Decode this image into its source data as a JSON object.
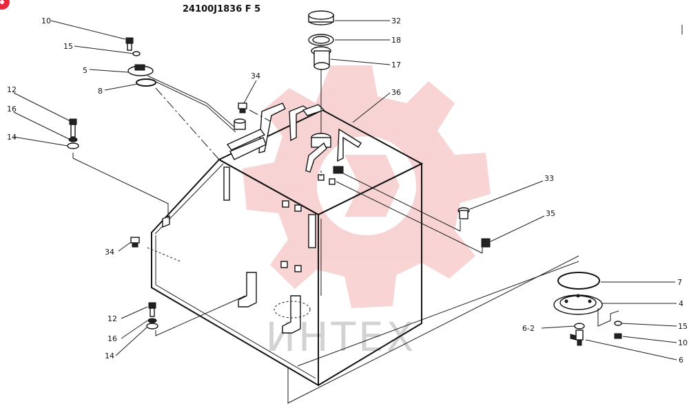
{
  "drawing": {
    "title": "24100J1836 F 5",
    "watermark_text": "ИНТЕХ",
    "watermark_color": "#e33a3a",
    "corner_badge_color": "#e8283c"
  },
  "callouts": {
    "c10a": "10",
    "c15a": "15",
    "c5": "5",
    "c8": "8",
    "c12a": "12",
    "c16a": "16",
    "c14a": "14",
    "c34a": "34",
    "c34b": "34",
    "c32": "32",
    "c18": "18",
    "c17": "17",
    "c36": "36",
    "c33": "33",
    "c35": "35",
    "c7": "7",
    "c4": "4",
    "c62": "6-2",
    "c15b": "15",
    "c10b": "10",
    "c6": "6",
    "c12b": "12",
    "c16b": "16",
    "c14b": "14"
  }
}
